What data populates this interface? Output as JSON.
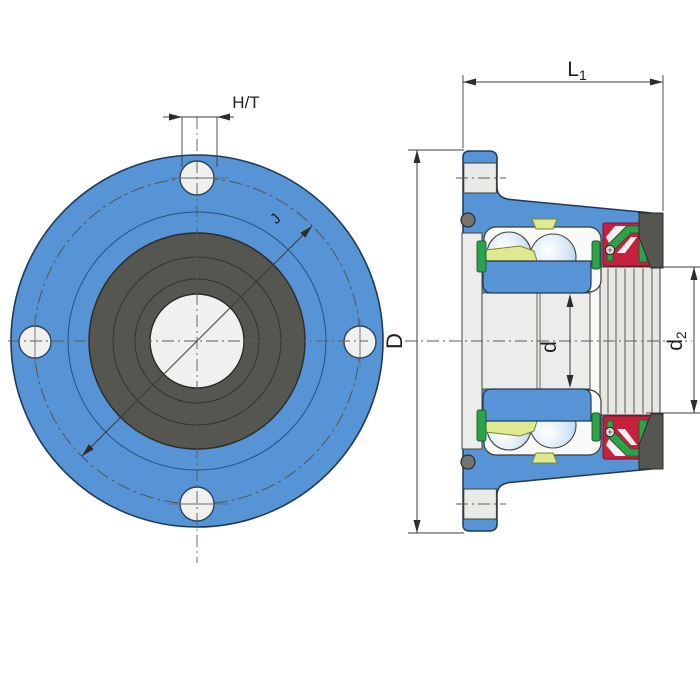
{
  "drawing": {
    "title": "flanged wheel hub bearing unit - front view and sectional side view",
    "labels": {
      "bolt_hole_dim": "H/T",
      "length_base": "L",
      "length_sub": "1",
      "outer_diameter": "D",
      "bore_diameter": "d",
      "seal_seat_base": "d",
      "seal_seat_sub": "2",
      "bolt_circle": "J"
    },
    "colors": {
      "housing_blue": "#5694d6",
      "part_gray": "#ececea",
      "dark_gray": "#565650",
      "seal_red": "#c6203f",
      "seal_green": "#2ea14b",
      "cage_yellow": "#dfe98f",
      "ball_blue": "#cfe2f4",
      "bore_white": "#f0f0ee",
      "line_dark": "#3c3c3c"
    }
  }
}
